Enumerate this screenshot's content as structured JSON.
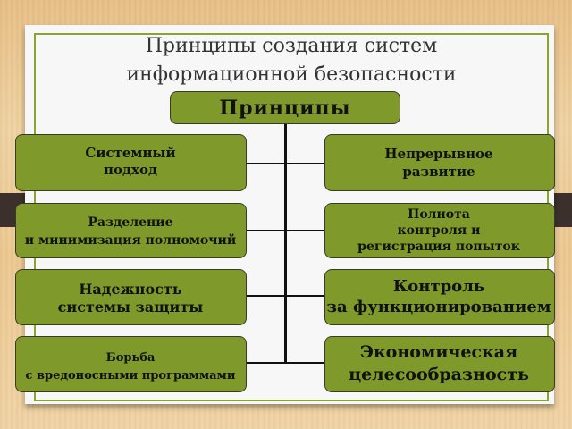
{
  "slide": {
    "title_line1": "Принципы создания систем",
    "title_line2": "информационной безопасности"
  },
  "root": {
    "label": "Принципы"
  },
  "colors": {
    "box_fill": "#7f9a2b",
    "box_border": "#3a3a2a",
    "slide_border": "#8aa434",
    "connector": "#111111",
    "background": "#ecc891",
    "tab": "#3b302b"
  },
  "left_items": [
    {
      "lines": [
        "Системный",
        "подход"
      ]
    },
    {
      "lines": [
        "Разделение",
        "и минимизация полномочий"
      ]
    },
    {
      "lines": [
        "Надежность",
        "системы защиты"
      ]
    },
    {
      "lines": [
        "Борьба",
        "с вредоносными программами"
      ]
    }
  ],
  "right_items": [
    {
      "lines": [
        "Непрерывное",
        "развитие"
      ]
    },
    {
      "lines": [
        "Полнота",
        "контроля и",
        "регистрация попыток"
      ]
    },
    {
      "lines": [
        "Контроль",
        "за функционированием"
      ]
    },
    {
      "lines": [
        "Экономическая",
        "целесообразность"
      ]
    }
  ]
}
